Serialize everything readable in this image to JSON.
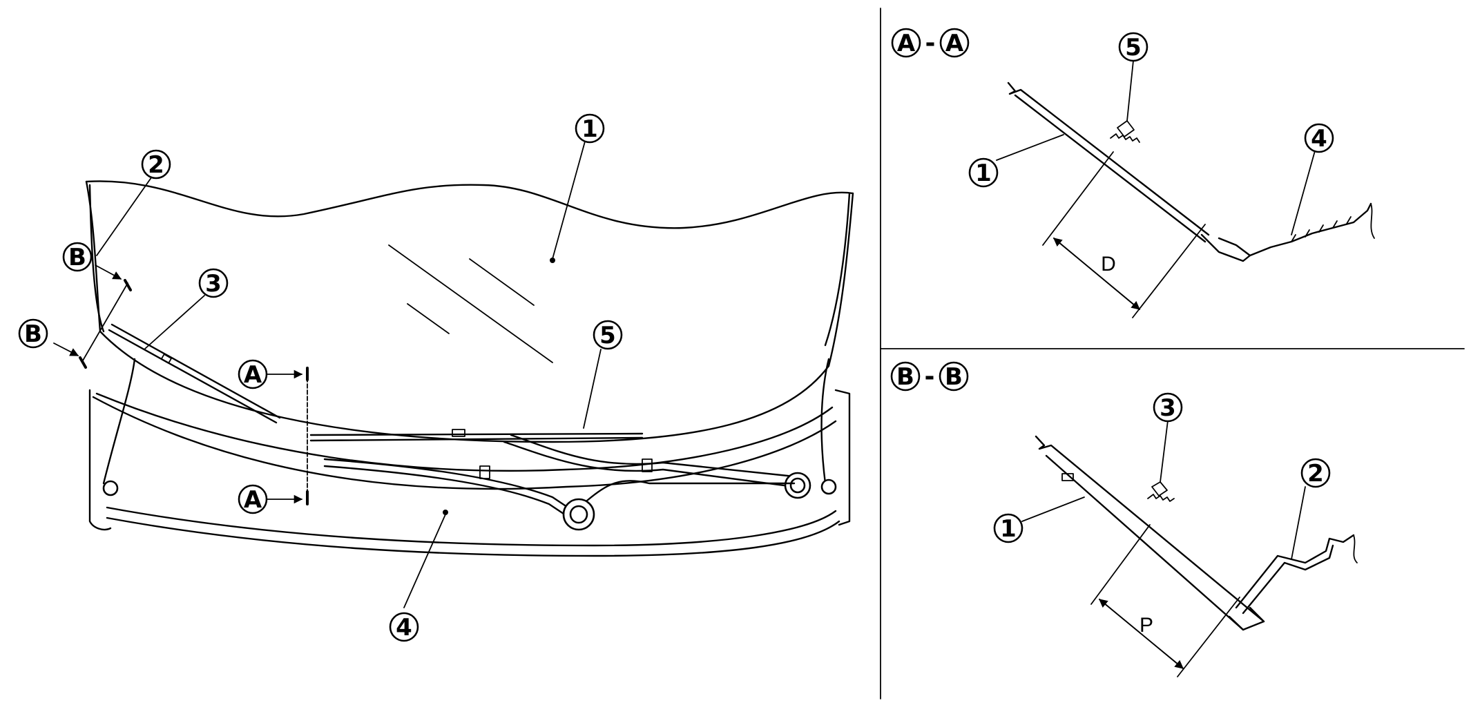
{
  "callouts": {
    "c1": "1",
    "c2": "2",
    "c3": "3",
    "c4": "4",
    "c5": "5",
    "secA": "A",
    "secB": "B"
  },
  "sections": {
    "aa": {
      "left": "A",
      "dash": "-",
      "right": "A",
      "c1": "1",
      "c4": "4",
      "c5": "5",
      "dim": "D"
    },
    "bb": {
      "left": "B",
      "dash": "-",
      "right": "B",
      "c1": "1",
      "c2": "2",
      "c3": "3",
      "dim": "P"
    }
  }
}
